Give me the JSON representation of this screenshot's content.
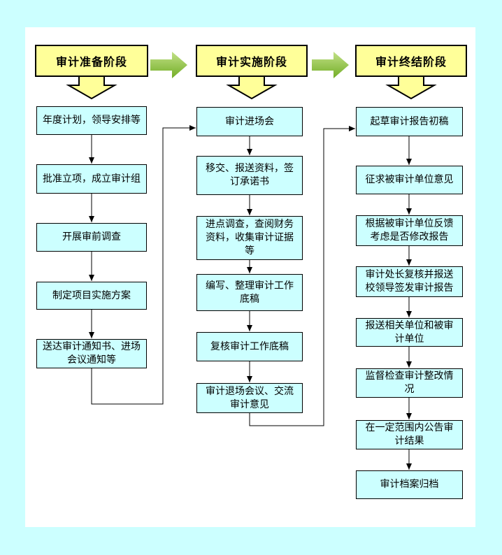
{
  "diagram": {
    "kind": "flowchart",
    "language": "zh-CN",
    "topic": "audit-process-phases"
  },
  "colors": {
    "page_background": "#ccffff",
    "panel_background": "#ffffff",
    "phase_header_fill": "#ffff99",
    "step_box_fill": "#ccffff",
    "outline": "#000000",
    "green_arrow_top": "#c2e187",
    "green_arrow_bottom": "#72ad26"
  },
  "icons": {
    "phase_transition": "green-right-block-arrow",
    "phase_start": "yellow-down-block-arrow",
    "step_connector": "black-line-arrow"
  },
  "columns": [
    {
      "header": "审计准备阶段",
      "steps": [
        "年度计划，领导安排等",
        "批准立项，成立审计组",
        "开展审前调查",
        "制定项目实施方案",
        "送达审计通知书、进场\n会议通知等"
      ]
    },
    {
      "header": "审计实施阶段",
      "steps": [
        "审计进场会",
        "移交、报送资料，签\n订承诺书",
        "进点调查，查阅财务\n资料，收集审计证据\n等",
        "编写、整理审计工作\n底稿",
        "复核审计工作底稿",
        "审计退场会议、交流\n审计意见"
      ]
    },
    {
      "header": "审计终结阶段",
      "steps": [
        "起草审计报告初稿",
        "征求被审计单位意见",
        "根据被审计单位反馈\n考虑是否修改报告",
        "审计处长复核并报送\n校领导签发审计报告",
        "报送相关单位和被审\n计单位",
        "监督检查审计整改情\n况",
        "在一定范围内公告审\n计结果",
        "审计档案归档"
      ]
    }
  ]
}
